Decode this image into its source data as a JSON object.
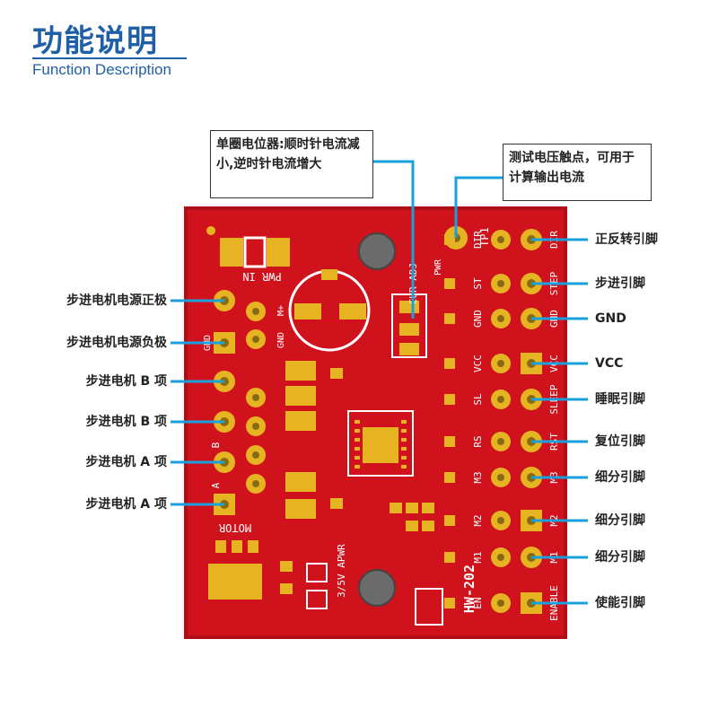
{
  "header": {
    "title": "功能说明",
    "subtitle": "Function Description"
  },
  "colors": {
    "accent": "#1f5fa8",
    "pcb_red": "#d0121c",
    "pad_gold": "#e6b423",
    "leader_blue": "#1aa0dc"
  },
  "callouts": {
    "potentiometer": "单圈电位器:顺时针电流减小,逆时针电流增大",
    "test_point": "测试电压触点，可用于计算输出电流"
  },
  "left_labels": [
    "步进电机电源正极",
    "步进电机电源负极",
    "步进电机 B 项",
    "步进电机 B 项",
    "步进电机 A 项",
    "步进电机 A 项"
  ],
  "right_labels": [
    "正反转引脚",
    "步进引脚",
    "GND",
    "VCC",
    "睡眠引脚",
    "复位引脚",
    "细分引脚",
    "细分引脚",
    "细分引脚",
    "使能引脚"
  ],
  "silkscreen": {
    "pwr_in": "PWR IN",
    "motor": "MOTOR",
    "m_plus": "M+",
    "gnd": "GND",
    "b": "B",
    "a": "A",
    "cur_adj": "CUR ADJ",
    "pwr": "PWR",
    "tp1": "TP1",
    "apwr": "3/5V APWR",
    "model": "HW-202",
    "inner_pins": [
      "DIR",
      "ST",
      "GND",
      "VCC",
      "SL",
      "RS",
      "M3",
      "M2",
      "M1",
      "EN"
    ],
    "edge_pins": [
      "DIR",
      "STEP",
      "GND",
      "VCC",
      "SLEEP",
      "RST",
      "M3",
      "M2",
      "M1",
      "ENABLE"
    ]
  }
}
